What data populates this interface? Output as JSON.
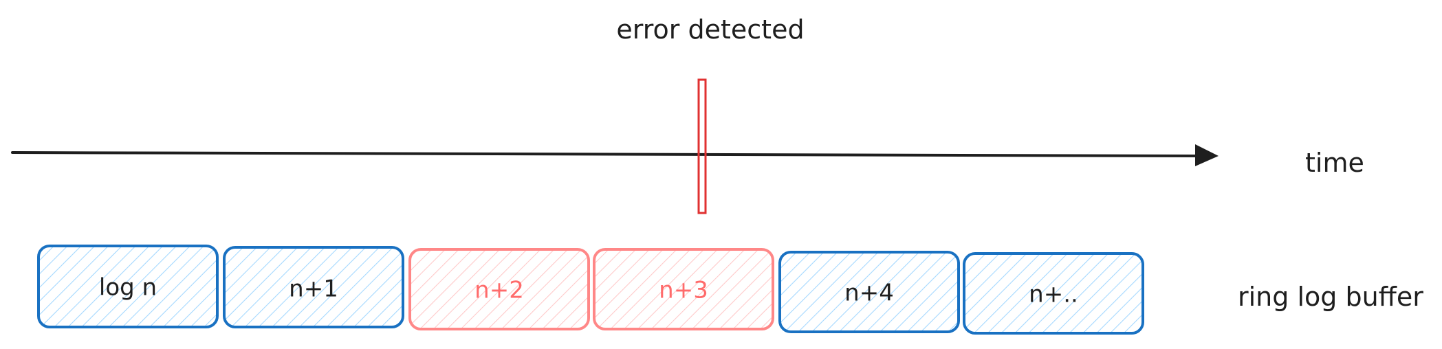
{
  "annotation": {
    "error_label": "error detected",
    "time_label": "time",
    "buffer_label": "ring log buffer"
  },
  "blocks": [
    {
      "label": "log n",
      "state": "normal"
    },
    {
      "label": "n+1",
      "state": "normal"
    },
    {
      "label": "n+2",
      "state": "error"
    },
    {
      "label": "n+3",
      "state": "error"
    },
    {
      "label": "n+4",
      "state": "normal"
    },
    {
      "label": "n+..",
      "state": "normal"
    }
  ],
  "colors": {
    "normal_stroke": "#1971c2",
    "normal_hatch": "#a5d8ff",
    "error_stroke": "#ff8787",
    "error_hatch": "#ffc9c9",
    "error_text": "#ff6b6b",
    "marker": "#e03131",
    "ink": "#1e1e1e"
  }
}
